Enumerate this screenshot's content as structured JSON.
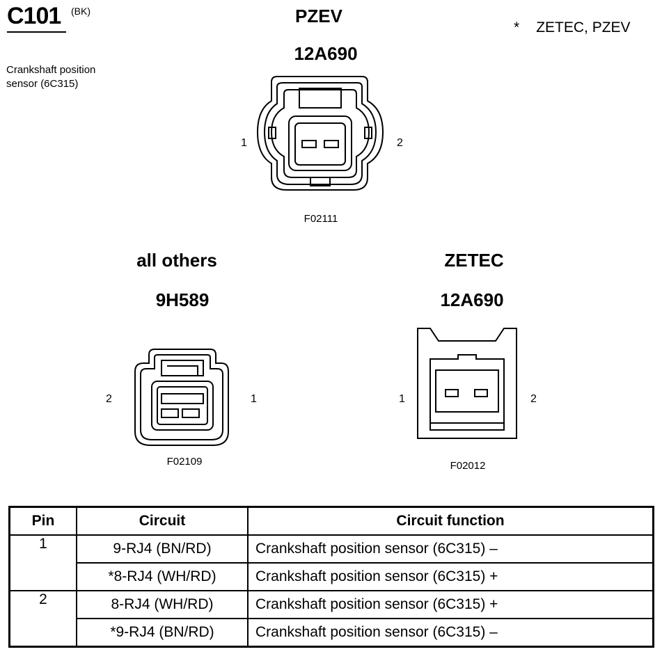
{
  "connector": {
    "id": "C101",
    "color": "(BK)",
    "description": [
      "Crankshaft position",
      "sensor (6C315)"
    ]
  },
  "legend": {
    "mark": "*",
    "text": "ZETEC, PZEV"
  },
  "views": [
    {
      "variant": "PZEV",
      "part": "12A690",
      "pin_left": "1",
      "pin_right": "2",
      "figure": "F02111"
    },
    {
      "variant": "all others",
      "part": "9H589",
      "pin_left": "2",
      "pin_right": "1",
      "figure": "F02109"
    },
    {
      "variant": "ZETEC",
      "part": "12A690",
      "pin_left": "1",
      "pin_right": "2",
      "figure": "F02012"
    }
  ],
  "table": {
    "headers": [
      "Pin",
      "Circuit",
      "Circuit function"
    ],
    "rows": [
      {
        "pin": "1",
        "circuit": "9-RJ4 (BN/RD)",
        "function": "Crankshaft position sensor (6C315) –"
      },
      {
        "pin": "",
        "circuit": "*8-RJ4 (WH/RD)",
        "function": "Crankshaft position sensor (6C315) +"
      },
      {
        "pin": "2",
        "circuit": "8-RJ4 (WH/RD)",
        "function": "Crankshaft position sensor (6C315) +"
      },
      {
        "pin": "",
        "circuit": "*9-RJ4 (BN/RD)",
        "function": "Crankshaft position sensor (6C315) –"
      }
    ]
  }
}
